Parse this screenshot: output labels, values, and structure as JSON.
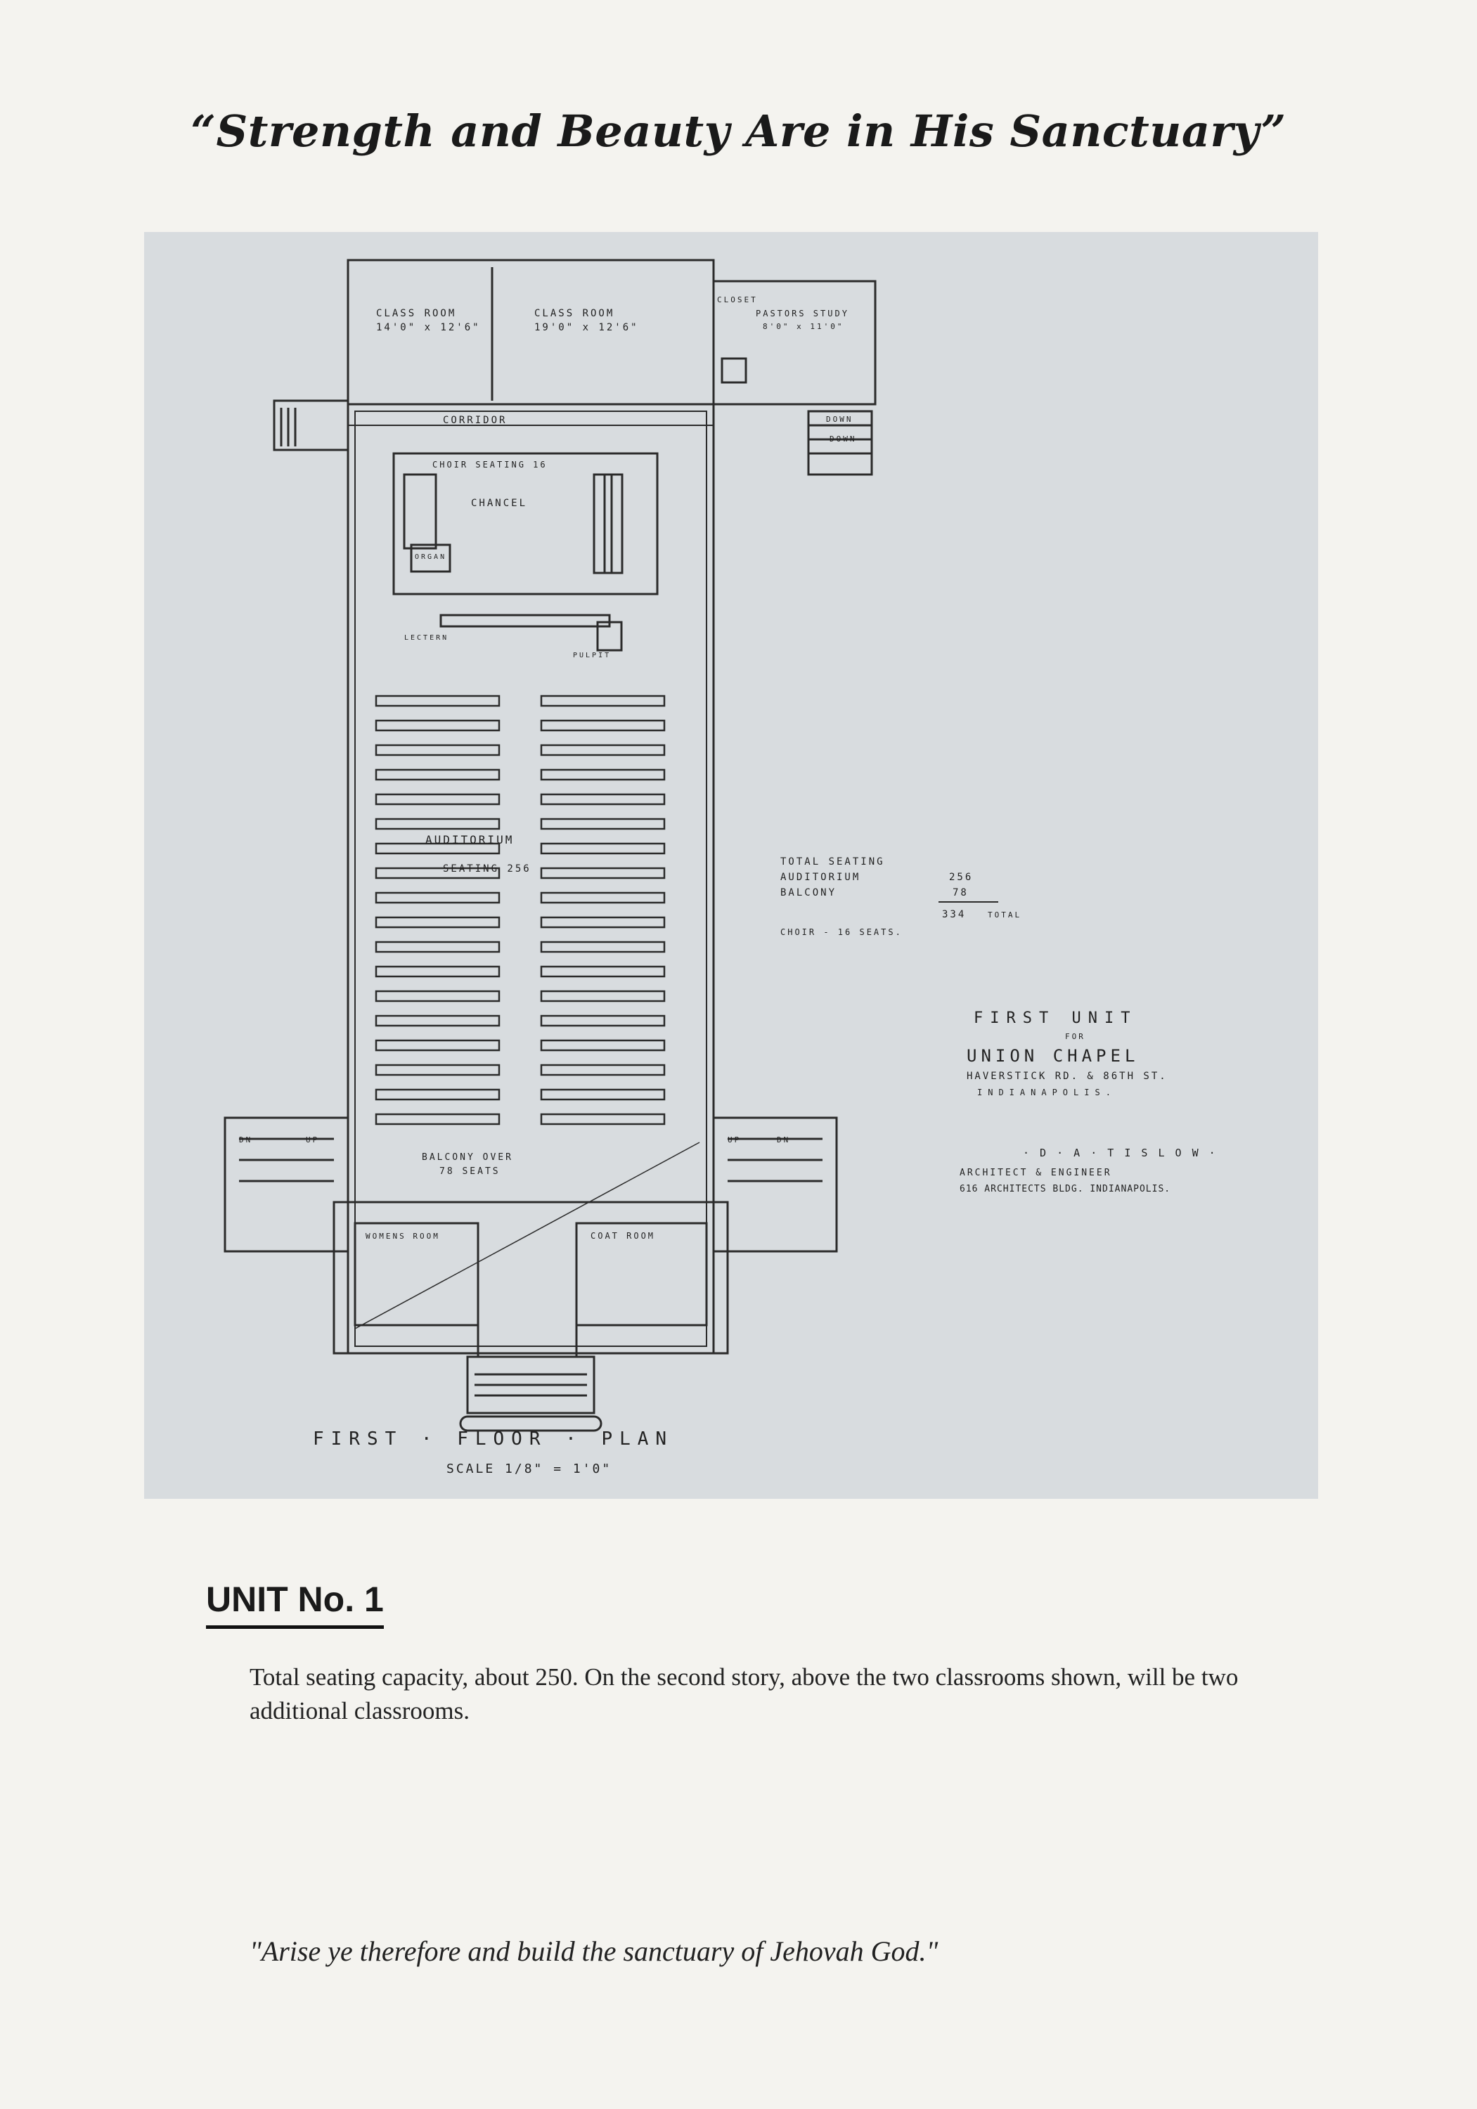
{
  "page": {
    "title": "“Strength and Beauty Are in His Sanctuary”",
    "section_heading": "UNIT No. 1",
    "body": "Total seating capacity, about 250. On the second story, above the two classrooms shown, will be two additional classrooms.",
    "quote": "\"Arise ye therefore and build the sanctuary of Jehovah God.\""
  },
  "floor_plan": {
    "labels": {
      "class_room_1": "CLASS ROOM",
      "class_room_1_size": "14'0\" x 12'6\"",
      "class_room_2": "CLASS ROOM",
      "class_room_2_size": "19'0\" x 12'6\"",
      "closet": "CLOSET",
      "pastors_study": "PASTORS STUDY",
      "pastors_study_size": "8'0\" x 11'0\"",
      "corridor": "CORRIDOR",
      "down_1": "DOWN",
      "down_2": "DOWN",
      "choir_seating": "CHOIR SEATING 16",
      "chancel": "CHANCEL",
      "organ": "ORGAN",
      "lectern": "LECTERN",
      "pulpit": "PULPIT",
      "auditorium": "AUDITORIUM",
      "auditorium_seating": "SEATING 256",
      "balcony_over": "BALCONY OVER",
      "balcony_seats": "78 SEATS",
      "womens_room": "WOMENS ROOM",
      "coat_room": "COAT ROOM",
      "up_left": "UP",
      "dn_left": "DN",
      "up_right": "UP",
      "dn_right": "DN",
      "floor_plan_title": "FIRST · FLOOR · PLAN",
      "scale": "SCALE 1/8\" = 1'0\""
    },
    "seating_table": {
      "header": "TOTAL SEATING",
      "rows": [
        {
          "label": "AUDITORIUM",
          "value": "256"
        },
        {
          "label": "BALCONY",
          "value": "78"
        }
      ],
      "total_value": "334",
      "total_label": "TOTAL",
      "choir": "CHOIR - 16 SEATS."
    },
    "title_block": {
      "line1": "FIRST UNIT",
      "line2": "FOR",
      "line3": "UNION CHAPEL",
      "line4": "HAVERSTICK RD. & 86TH ST.",
      "line5": "INDIANAPOLIS.",
      "architect": "· D · A · T I S L O W ·",
      "architect_title": "ARCHITECT & ENGINEER",
      "architect_address": "616 ARCHITECTS BLDG. INDIANAPOLIS."
    }
  }
}
